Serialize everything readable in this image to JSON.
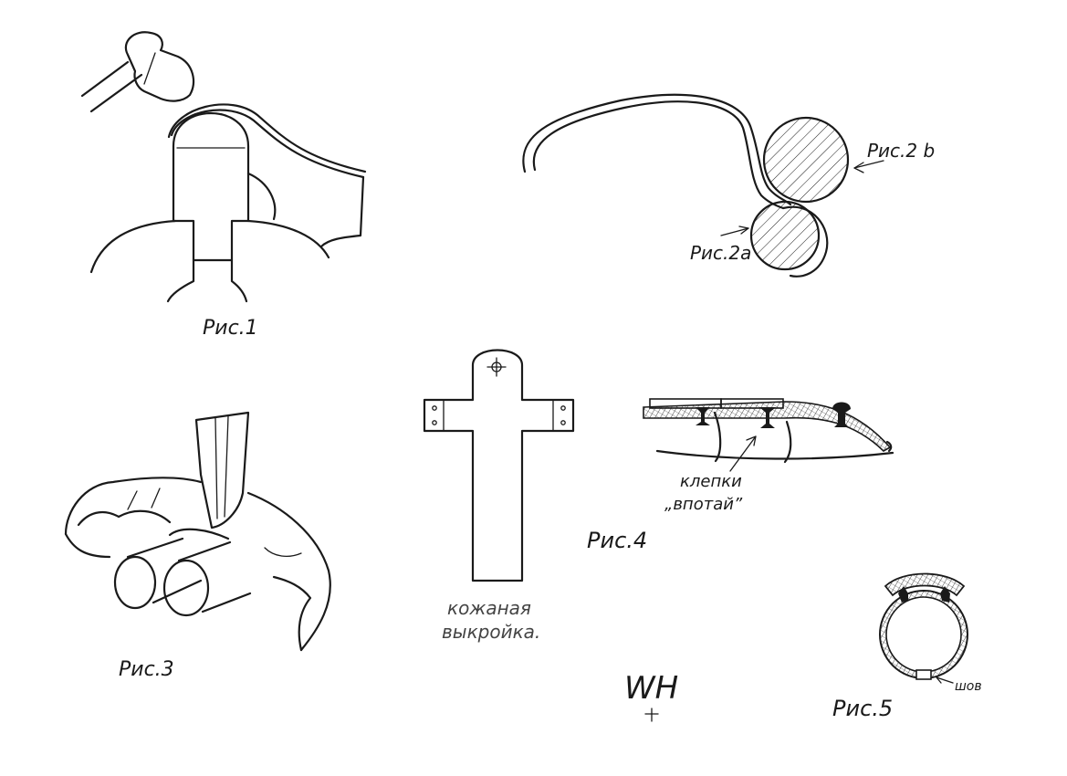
{
  "figures": {
    "fig1": {
      "label": "Рис.1"
    },
    "fig2": {
      "label_b": "Рис.2 b",
      "label_a": "Рис.2a"
    },
    "fig3": {
      "label": "Рис.3"
    },
    "pattern": {
      "caption_line1": "кожаная",
      "caption_line2": "выкройка."
    },
    "fig4": {
      "label": "Рис.4",
      "note_line1": "клепки",
      "note_line2": "„впотай”"
    },
    "fig5": {
      "label": "Рис.5",
      "seam": "шов"
    }
  },
  "monogram": {
    "text": "WH"
  },
  "colors": {
    "ink": "#1a1a1a",
    "paper": "#ffffff"
  }
}
